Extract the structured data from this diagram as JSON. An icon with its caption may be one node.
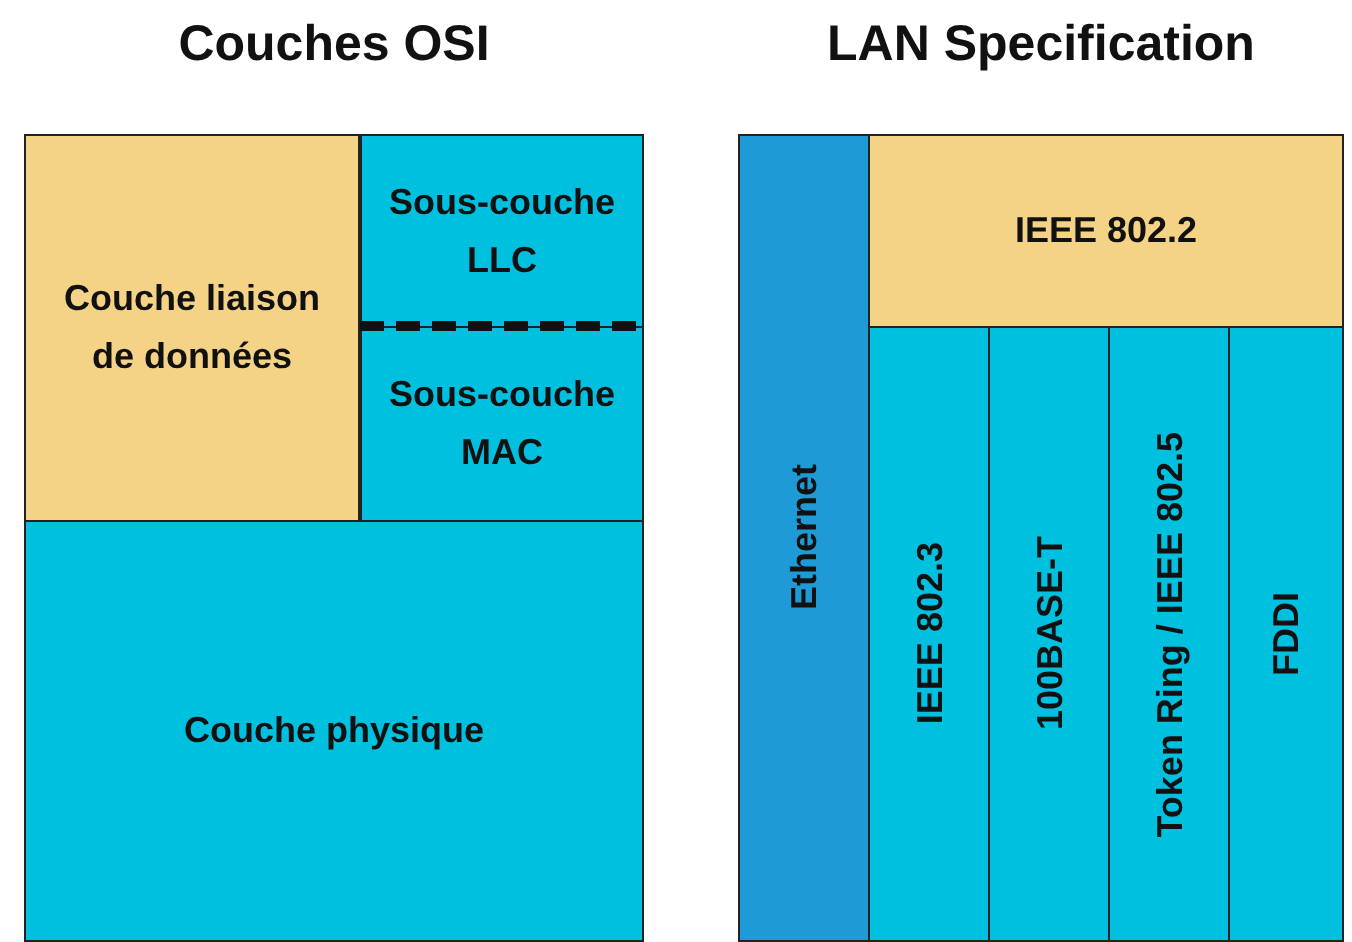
{
  "diagram": {
    "nodes": [
      {
        "text": [
          "Couches OSI"
        ]
      },
      {
        "text": [
          "Couche liaison de données"
        ],
        "in": 0
      },
      {
        "text": [
          "Sous-couche LLC"
        ],
        "in": 0
      },
      {
        "text": [
          "Sous-couche MAC"
        ],
        "in": 0
      },
      {
        "text": [
          "Couche physique"
        ],
        "in": 0
      },
      {
        "text": [
          "LAN Specification"
        ]
      },
      {
        "text": [
          "Ethernet"
        ],
        "in": 5
      },
      {
        "text": [
          "IEEE 802.2"
        ],
        "in": 5
      },
      {
        "text": [
          "IEEE 802.3"
        ],
        "in": 5
      },
      {
        "text": [
          "100BASE-T"
        ],
        "in": 5
      },
      {
        "text": [
          "Token Ring / IEEE 802.5"
        ],
        "in": 5
      },
      {
        "text": [
          "FDDI"
        ],
        "in": 5
      }
    ],
    "edges": []
  }
}
